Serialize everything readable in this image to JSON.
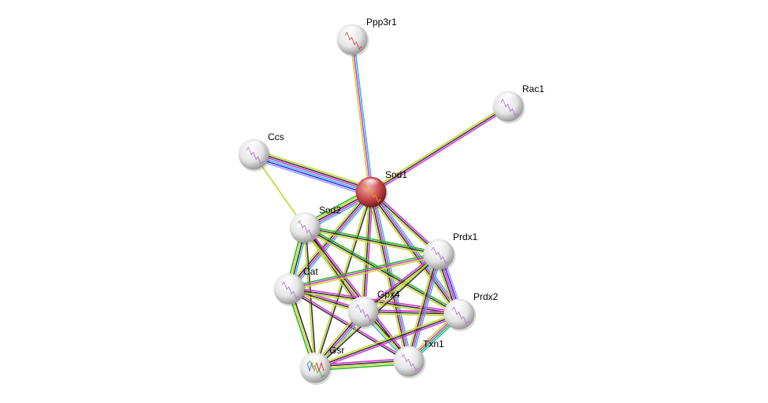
{
  "network": {
    "focus_node": "Sod1",
    "colors": {
      "textmining": "#c4d62a",
      "coexpression": "#333333",
      "experiments": "#d633d6",
      "databases": "#33bbdd",
      "cooccurrence": "#2b2bff",
      "homology": "#a0a0ff",
      "neighborhood": "#22bb22",
      "focus_node_fill": "#c0393b",
      "node_fill": "#e6e6e6"
    },
    "nodes": [
      {
        "id": "Ppp3r1",
        "label": "Ppp3r1"
      },
      {
        "id": "Rac1",
        "label": "Rac1"
      },
      {
        "id": "Ccs",
        "label": "Ccs"
      },
      {
        "id": "Sod1",
        "label": "Sod1"
      },
      {
        "id": "Sod2",
        "label": "Sod2"
      },
      {
        "id": "Prdx1",
        "label": "Prdx1"
      },
      {
        "id": "Cat",
        "label": "Cat"
      },
      {
        "id": "Gpx4",
        "label": "Gpx4"
      },
      {
        "id": "Prdx2",
        "label": "Prdx2"
      },
      {
        "id": "Gsr",
        "label": "Gsr"
      },
      {
        "id": "Txn1",
        "label": "Txn1"
      }
    ],
    "edges": [
      {
        "source": "Ppp3r1",
        "target": "Sod1",
        "evidence": [
          "databases",
          "experiments",
          "textmining"
        ]
      },
      {
        "source": "Rac1",
        "target": "Sod1",
        "evidence": [
          "experiments",
          "coexpression",
          "textmining"
        ]
      },
      {
        "source": "Ccs",
        "target": "Sod1",
        "evidence": [
          "textmining",
          "coexpression",
          "experiments",
          "databases",
          "cooccurrence",
          "homology"
        ]
      },
      {
        "source": "Ccs",
        "target": "Sod2",
        "evidence": [
          "textmining"
        ]
      },
      {
        "source": "Sod1",
        "target": "Sod2",
        "evidence": [
          "databases",
          "experiments",
          "coexpression",
          "textmining",
          "neighborhood"
        ]
      },
      {
        "source": "Sod1",
        "target": "Prdx1",
        "evidence": [
          "experiments",
          "coexpression",
          "textmining"
        ]
      },
      {
        "source": "Sod1",
        "target": "Cat",
        "evidence": [
          "databases",
          "experiments",
          "coexpression",
          "textmining"
        ]
      },
      {
        "source": "Sod1",
        "target": "Gpx4",
        "evidence": [
          "experiments",
          "coexpression",
          "textmining"
        ]
      },
      {
        "source": "Sod1",
        "target": "Prdx2",
        "evidence": [
          "databases",
          "experiments",
          "coexpression",
          "textmining"
        ]
      },
      {
        "source": "Sod1",
        "target": "Gsr",
        "evidence": [
          "coexpression",
          "textmining"
        ]
      },
      {
        "source": "Sod1",
        "target": "Txn1",
        "evidence": [
          "databases",
          "experiments",
          "coexpression",
          "textmining"
        ]
      },
      {
        "source": "Sod2",
        "target": "Cat",
        "evidence": [
          "databases",
          "coexpression",
          "textmining",
          "neighborhood"
        ]
      },
      {
        "source": "Sod2",
        "target": "Gpx4",
        "evidence": [
          "experiments",
          "coexpression",
          "textmining"
        ]
      },
      {
        "source": "Sod2",
        "target": "Prdx1",
        "evidence": [
          "neighborhood",
          "coexpression",
          "textmining"
        ]
      },
      {
        "source": "Sod2",
        "target": "Prdx2",
        "evidence": [
          "neighborhood",
          "coexpression",
          "textmining"
        ]
      },
      {
        "source": "Sod2",
        "target": "Gsr",
        "evidence": [
          "coexpression",
          "textmining"
        ]
      },
      {
        "source": "Sod2",
        "target": "Txn1",
        "evidence": [
          "experiments",
          "coexpression",
          "textmining"
        ]
      },
      {
        "source": "Cat",
        "target": "Gpx4",
        "evidence": [
          "experiments",
          "coexpression",
          "textmining"
        ]
      },
      {
        "source": "Cat",
        "target": "Prdx1",
        "evidence": [
          "neighborhood",
          "experiments",
          "textmining"
        ]
      },
      {
        "source": "Cat",
        "target": "Prdx2",
        "evidence": [
          "experiments",
          "coexpression",
          "textmining"
        ]
      },
      {
        "source": "Cat",
        "target": "Gsr",
        "evidence": [
          "coexpression",
          "textmining",
          "neighborhood"
        ]
      },
      {
        "source": "Cat",
        "target": "Txn1",
        "evidence": [
          "experiments",
          "coexpression"
        ]
      },
      {
        "source": "Gpx4",
        "target": "Prdx1",
        "evidence": [
          "experiments",
          "coexpression",
          "textmining"
        ]
      },
      {
        "source": "Gpx4",
        "target": "Prdx2",
        "evidence": [
          "experiments",
          "coexpression",
          "textmining"
        ]
      },
      {
        "source": "Gpx4",
        "target": "Gsr",
        "evidence": [
          "databases",
          "experiments",
          "coexpression",
          "textmining"
        ]
      },
      {
        "source": "Gpx4",
        "target": "Txn1",
        "evidence": [
          "coexpression",
          "textmining",
          "databases"
        ]
      },
      {
        "source": "Prdx1",
        "target": "Prdx2",
        "evidence": [
          "homology",
          "cooccurrence",
          "experiments",
          "coexpression",
          "textmining"
        ]
      },
      {
        "source": "Prdx1",
        "target": "Txn1",
        "evidence": [
          "databases",
          "experiments",
          "coexpression",
          "textmining"
        ]
      },
      {
        "source": "Prdx1",
        "target": "Gsr",
        "evidence": [
          "coexpression",
          "textmining"
        ]
      },
      {
        "source": "Prdx2",
        "target": "Txn1",
        "evidence": [
          "databases",
          "neighborhood",
          "experiments",
          "textmining"
        ]
      },
      {
        "source": "Prdx2",
        "target": "Gsr",
        "evidence": [
          "experiments",
          "coexpression",
          "textmining"
        ]
      },
      {
        "source": "Gsr",
        "target": "Txn1",
        "evidence": [
          "experiments",
          "coexpression",
          "textmining",
          "neighborhood"
        ]
      }
    ]
  }
}
